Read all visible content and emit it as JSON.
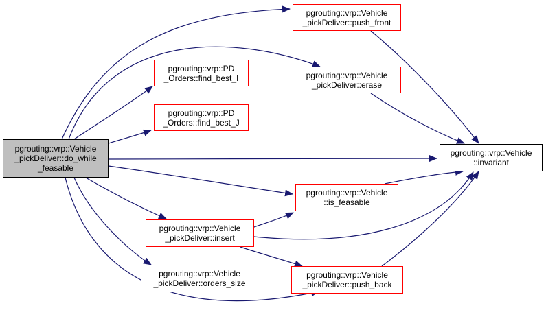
{
  "colors": {
    "edge": "#191970",
    "node_border": "#ff0000",
    "root_fill": "#bfbfbf",
    "root_border": "#000000",
    "background": "#ffffff"
  },
  "nodes": {
    "do_while_feasable": {
      "lines": [
        "pgrouting::vrp::Vehicle",
        "_pickDeliver::do_while",
        "_feasable"
      ]
    },
    "push_front": {
      "lines": [
        "pgrouting::vrp::Vehicle",
        "_pickDeliver::push_front"
      ]
    },
    "find_best_I": {
      "lines": [
        "pgrouting::vrp::PD",
        "_Orders::find_best_I"
      ]
    },
    "erase": {
      "lines": [
        "pgrouting::vrp::Vehicle",
        "_pickDeliver::erase"
      ]
    },
    "find_best_J": {
      "lines": [
        "pgrouting::vrp::PD",
        "_Orders::find_best_J"
      ]
    },
    "invariant": {
      "lines": [
        "pgrouting::vrp::Vehicle",
        "::invariant"
      ]
    },
    "is_feasable": {
      "lines": [
        "pgrouting::vrp::Vehicle",
        "::is_feasable"
      ]
    },
    "insert": {
      "lines": [
        "pgrouting::vrp::Vehicle",
        "_pickDeliver::insert"
      ]
    },
    "orders_size": {
      "lines": [
        "pgrouting::vrp::Vehicle",
        "_pickDeliver::orders_size"
      ]
    },
    "push_back": {
      "lines": [
        "pgrouting::vrp::Vehicle",
        "_pickDeliver::push_back"
      ]
    }
  },
  "edges": [
    [
      "do_while_feasable",
      "push_front"
    ],
    [
      "do_while_feasable",
      "find_best_I"
    ],
    [
      "do_while_feasable",
      "erase"
    ],
    [
      "do_while_feasable",
      "find_best_J"
    ],
    [
      "do_while_feasable",
      "invariant"
    ],
    [
      "do_while_feasable",
      "is_feasable"
    ],
    [
      "do_while_feasable",
      "insert"
    ],
    [
      "do_while_feasable",
      "orders_size"
    ],
    [
      "do_while_feasable",
      "push_back"
    ],
    [
      "push_front",
      "invariant"
    ],
    [
      "erase",
      "invariant"
    ],
    [
      "is_feasable",
      "invariant"
    ],
    [
      "insert",
      "is_feasable"
    ],
    [
      "insert",
      "invariant"
    ],
    [
      "insert",
      "push_back"
    ],
    [
      "push_back",
      "invariant"
    ]
  ]
}
